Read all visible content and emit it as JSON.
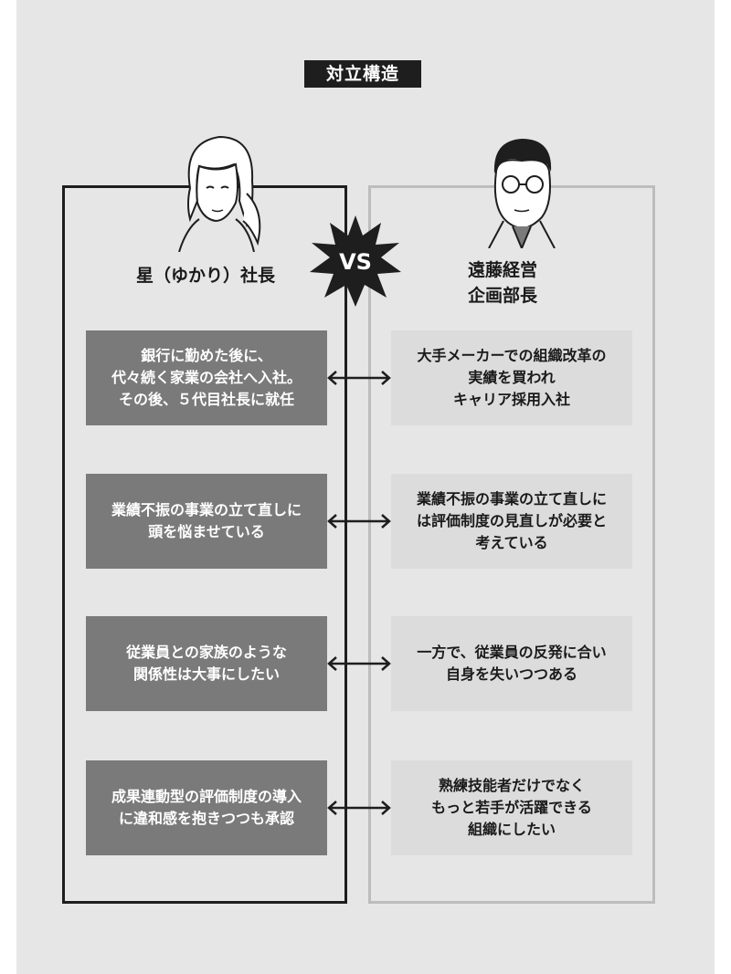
{
  "title": "対立構造",
  "vs_label": "VS",
  "left": {
    "name_lines": [
      "星（ゆかり）社長"
    ],
    "boxes": [
      "銀行に勤めた後に、\n代々続く家業の会社へ入社。\nその後、５代目社長に就任",
      "業績不振の事業の立て直しに\n頭を悩ませている",
      "従業員との家族のような\n関係性は大事にしたい",
      "成果連動型の評価制度の導入\nに違和感を抱きつつも承認"
    ]
  },
  "right": {
    "name_lines": [
      "遠藤経営",
      "企画部長"
    ],
    "boxes": [
      "大手メーカーでの組織改革の\n実績を買われ\nキャリア採用入社",
      "業績不振の事業の立て直しに\nは評価制度の見直しが必要と\n考えている",
      "一方で、従業員の反発に合い\n自身を失いつつある",
      "熟練技能者だけでなく\nもっと若手が活躍できる\n組織にしたい"
    ]
  },
  "colors": {
    "dark": "#1e1e1e",
    "left_box": "#7a7a7a",
    "right_box": "#dcdcdc",
    "right_border": "#bdbdbd",
    "background": "#e6e6e6"
  }
}
